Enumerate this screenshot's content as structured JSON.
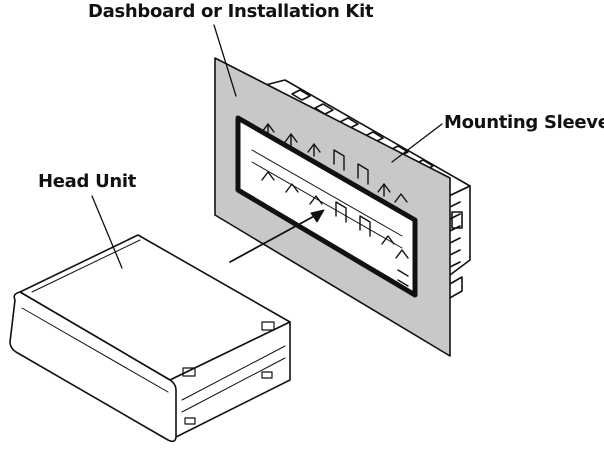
{
  "labels": {
    "dashboard": "Dashboard or Installation Kit",
    "mounting_sleeve": "Mounting Sleeve",
    "head_unit": "Head Unit"
  },
  "colors": {
    "panel_fill": "#c8c8c8",
    "ink": "#111111",
    "background": "#ffffff"
  }
}
